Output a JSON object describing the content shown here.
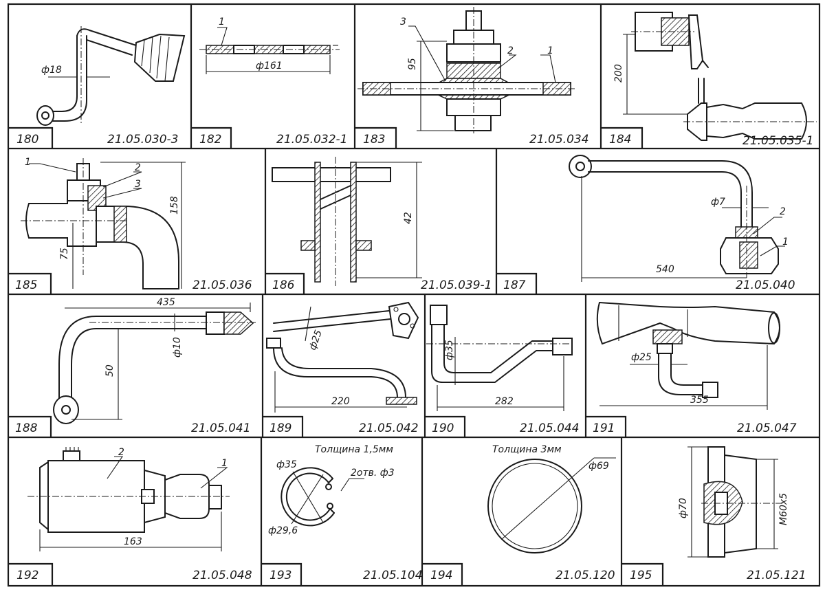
{
  "panels": [
    {
      "num": "180",
      "code": "21.05.030-3",
      "dims": [
        "ф18"
      ],
      "callouts": []
    },
    {
      "num": "182",
      "code": "21.05.032-1",
      "dims": [
        "ф161"
      ],
      "callouts": [
        "1"
      ]
    },
    {
      "num": "183",
      "code": "21.05.034",
      "dims": [
        "95"
      ],
      "callouts": [
        "3",
        "2",
        "1"
      ]
    },
    {
      "num": "184",
      "code": "21.05.035-1",
      "dims": [
        "200"
      ],
      "callouts": []
    },
    {
      "num": "185",
      "code": "21.05.036",
      "dims": [
        "158",
        "75"
      ],
      "callouts": [
        "1",
        "2",
        "3"
      ]
    },
    {
      "num": "186",
      "code": "21.05.039-1",
      "dims": [
        "42"
      ],
      "callouts": []
    },
    {
      "num": "187",
      "code": "21.05.040",
      "dims": [
        "ф7",
        "540"
      ],
      "callouts": [
        "2",
        "1"
      ]
    },
    {
      "num": "188",
      "code": "21.05.041",
      "dims": [
        "435",
        "ф10",
        "50"
      ],
      "callouts": []
    },
    {
      "num": "189",
      "code": "21.05.042",
      "dims": [
        "ф25",
        "220"
      ],
      "callouts": []
    },
    {
      "num": "190",
      "code": "21.05.044",
      "dims": [
        "ф35",
        "282"
      ],
      "callouts": []
    },
    {
      "num": "191",
      "code": "21.05.047",
      "dims": [
        "ф25",
        "355"
      ],
      "callouts": []
    },
    {
      "num": "192",
      "code": "21.05.048",
      "dims": [
        "163"
      ],
      "callouts": [
        "2",
        "1"
      ]
    },
    {
      "num": "193",
      "code": "21.05.104",
      "dims": [
        "ф35",
        "ф29,6"
      ],
      "callouts": [
        "2отв. ф3"
      ],
      "note": "Толщина 1,5мм"
    },
    {
      "num": "194",
      "code": "21.05.120",
      "dims": [
        "ф69"
      ],
      "callouts": [],
      "note": "Толщина 3мм"
    },
    {
      "num": "195",
      "code": "21.05.121",
      "dims": [
        "ф70",
        "M60x5"
      ],
      "callouts": []
    }
  ]
}
